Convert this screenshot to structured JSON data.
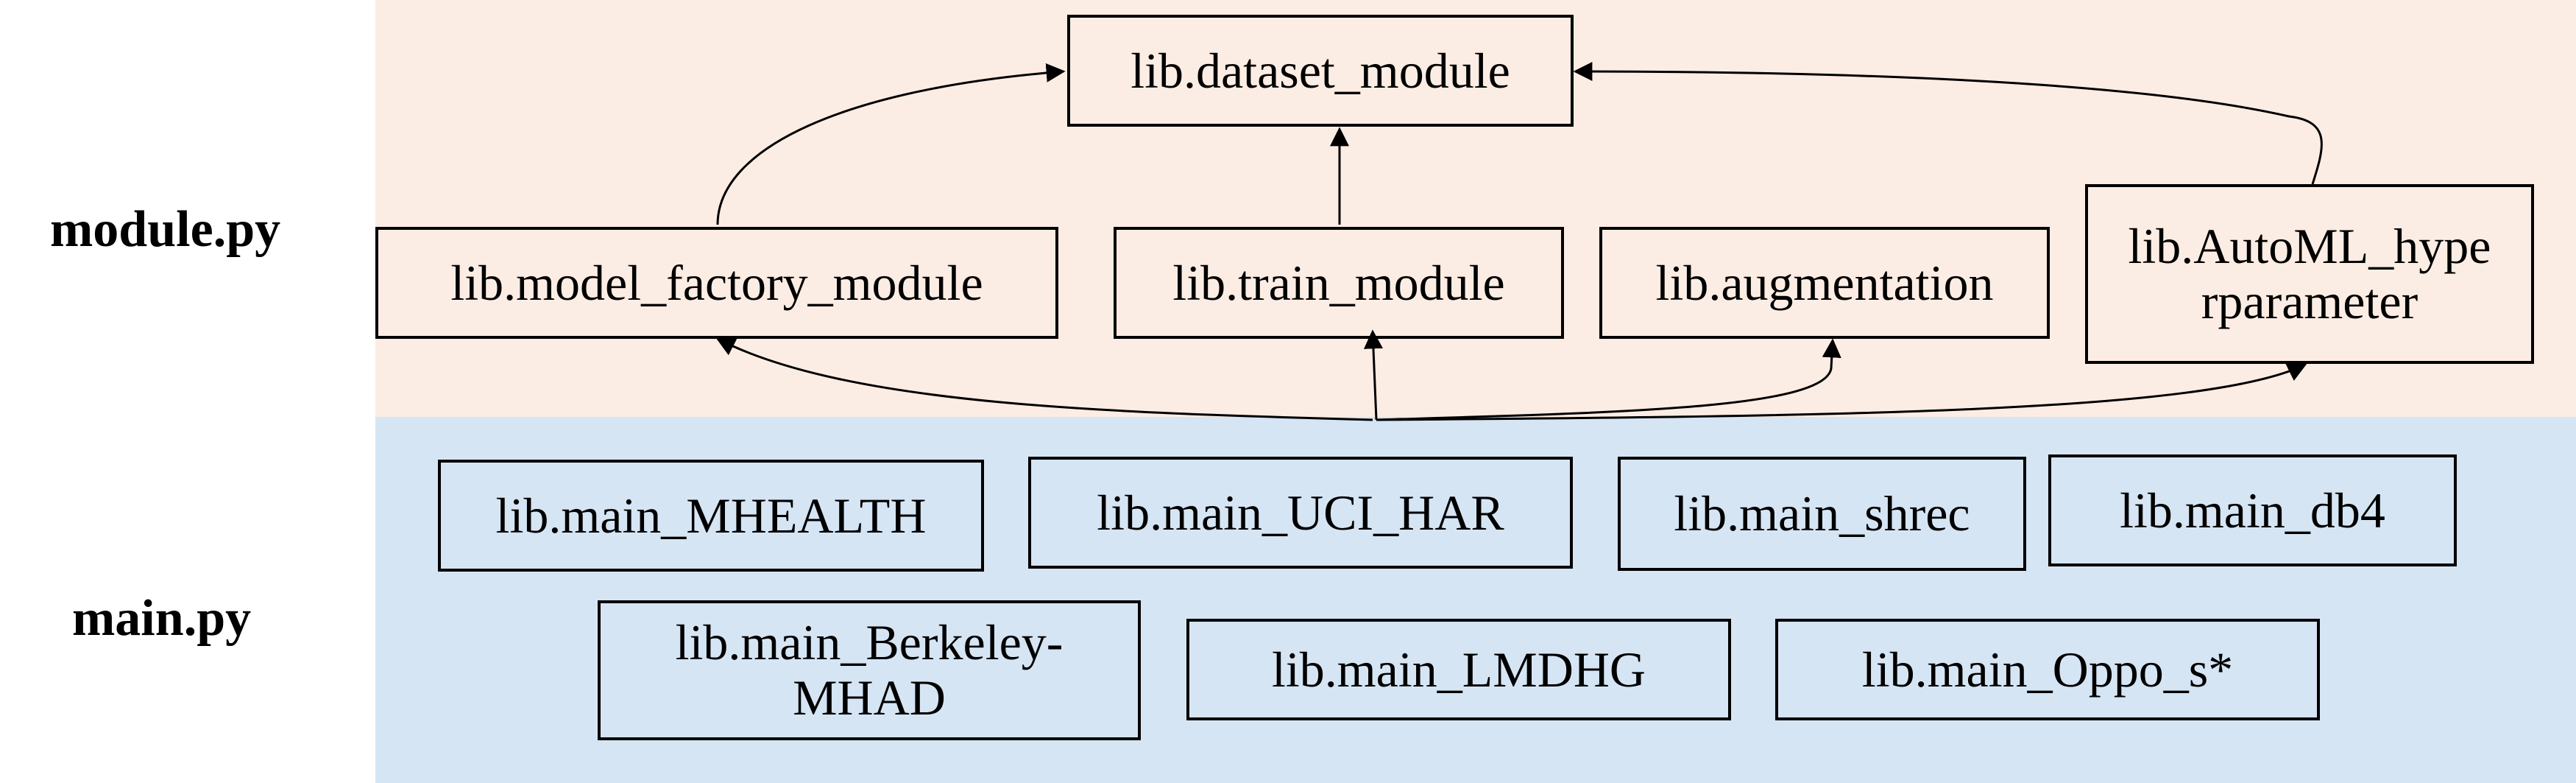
{
  "colors": {
    "module_band": "#fcede4",
    "main_band": "#d6e5f4",
    "box_border": "#000000",
    "arrow": "#000000"
  },
  "rows": {
    "module": "module.py",
    "main": "main.py"
  },
  "modules": {
    "dataset": "lib.dataset_module",
    "model_factory": "lib.model_factory_module",
    "train": "lib.train_module",
    "augmentation": "lib.augmentation",
    "automl_line1": "lib.AutoML_hype",
    "automl_line2": "rparameter"
  },
  "mains": {
    "mhealth": "lib.main_MHEALTH",
    "uci_har": "lib.main_UCI_HAR",
    "shrec": "lib.main_shrec",
    "db4": "lib.main_db4",
    "berkeley_line1": "lib.main_Berkeley-",
    "berkeley_line2": "MHAD",
    "lmdhg": "lib.main_LMDHG",
    "oppo": "lib.main_Oppo_s*"
  }
}
